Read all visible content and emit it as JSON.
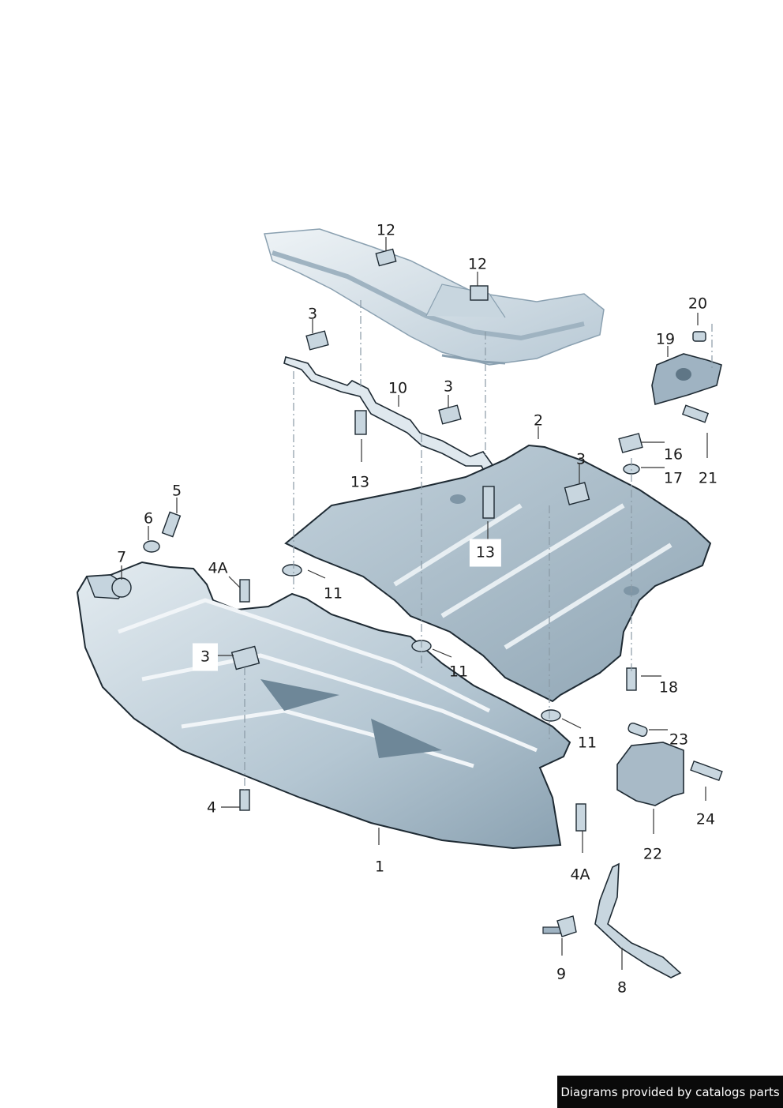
{
  "callouts": {
    "c1": "1",
    "c2": "2",
    "c3": "3",
    "c4": "4",
    "c4a": "4A",
    "c5": "5",
    "c6": "6",
    "c7": "7",
    "c8": "8",
    "c9": "9",
    "c10": "10",
    "c11": "11",
    "c12": "12",
    "c13": "13",
    "c16": "16",
    "c17": "17",
    "c18": "18",
    "c19": "19",
    "c20": "20",
    "c21": "21",
    "c22": "22",
    "c23": "23",
    "c24": "24"
  },
  "footer": {
    "text": "Diagrams provided by catalogs parts"
  },
  "colors": {
    "part_fill": "#d5e1e8",
    "part_shade": "#a9bccb",
    "part_dark": "#6e8798",
    "outline": "#1e2a33",
    "leader": "#333333"
  }
}
